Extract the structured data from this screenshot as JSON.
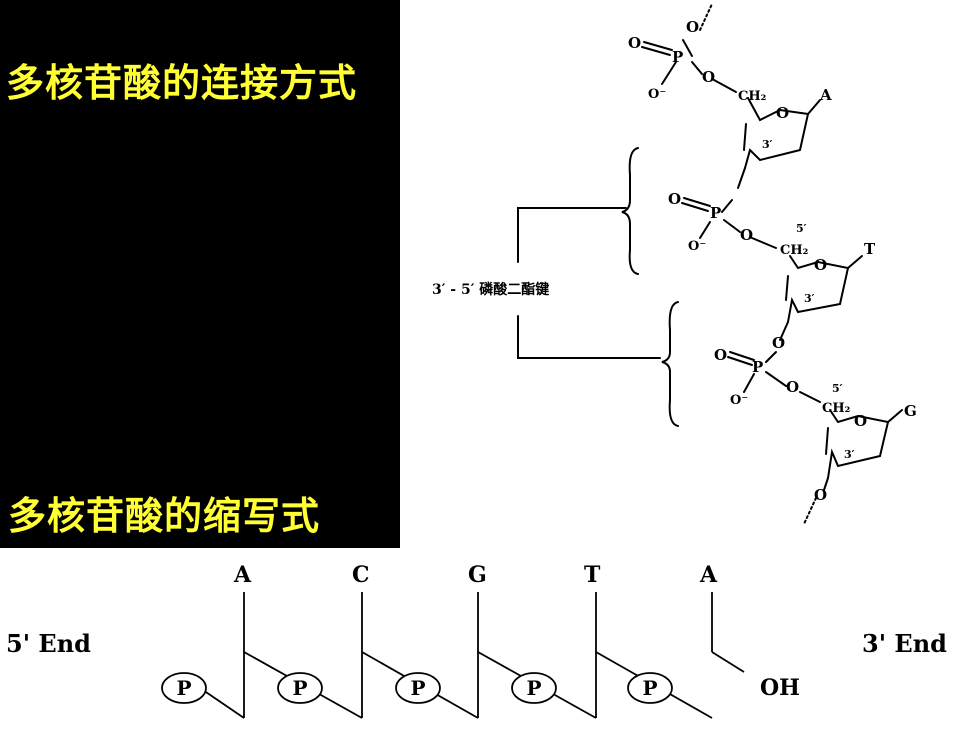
{
  "titles": {
    "linkage": "多核苷酸的连接方式",
    "shorthand": "多核苷酸的缩写式"
  },
  "structure": {
    "bond_label": "3′ - 5′ 磷酸二酯键",
    "atoms": {
      "oxygen": "O",
      "phosphorus": "P",
      "o_minus": "O⁻",
      "ch2": "CH₂",
      "prime3": "3′",
      "prime5": "5′"
    },
    "bases": [
      "A",
      "T",
      "G"
    ]
  },
  "shorthand": {
    "end5": "5' End",
    "end3": "3' End",
    "bases": [
      "A",
      "C",
      "G",
      "T",
      "A"
    ],
    "phosphate": "P",
    "hydroxyl": "OH"
  },
  "colors": {
    "title": "#ffff33",
    "panel": "#000000",
    "ink": "#000000"
  }
}
